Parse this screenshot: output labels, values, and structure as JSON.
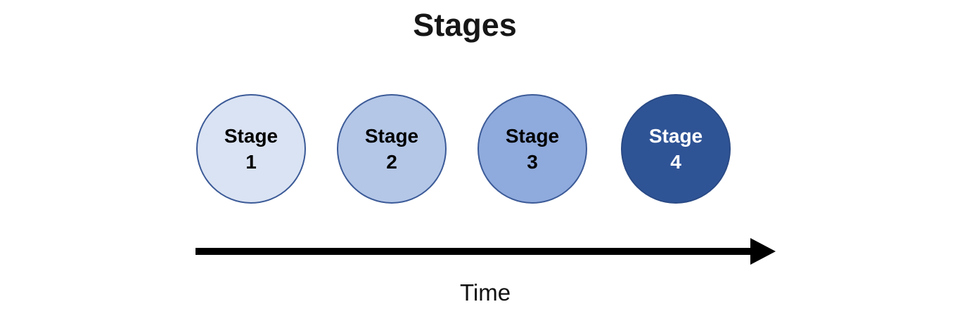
{
  "title": "Stages",
  "stages": [
    {
      "name": "Stage",
      "number": "1",
      "fill": "#dae3f3",
      "border": "#3b5a97",
      "text_color": "#000000"
    },
    {
      "name": "Stage",
      "number": "2",
      "fill": "#b4c7e7",
      "border": "#3b5a97",
      "text_color": "#000000"
    },
    {
      "name": "Stage",
      "number": "3",
      "fill": "#8faadc",
      "border": "#3b5a97",
      "text_color": "#000000"
    },
    {
      "name": "Stage",
      "number": "4",
      "fill": "#2f5496",
      "border": "#2a4a85",
      "text_color": "#ffffff"
    }
  ],
  "timeline": {
    "label": "Time",
    "arrow_color": "#000000"
  }
}
